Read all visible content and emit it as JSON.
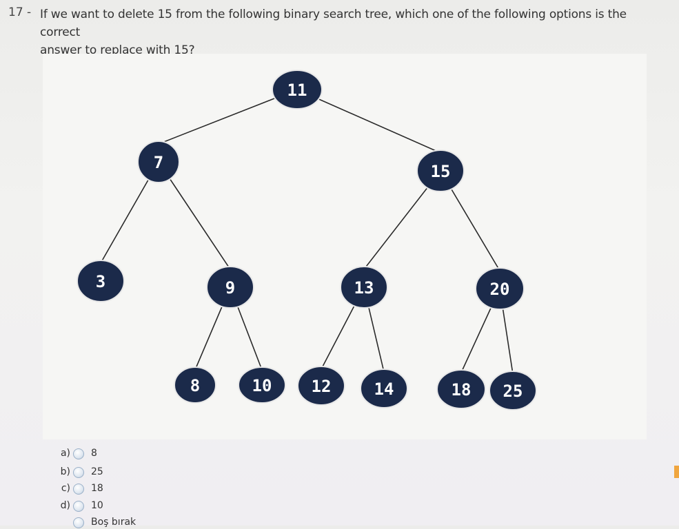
{
  "question": {
    "number": "17 -",
    "text_line1": "If we want to delete 15 from the following binary search tree, which one of the following options is the correct",
    "text_line2": "answer to replace with 15?"
  },
  "tree": {
    "node_color": "#1b2a4a",
    "edge_color": "#2a2a2a",
    "nodes": [
      {
        "id": "n11",
        "label": "11"
      },
      {
        "id": "n7",
        "label": "7"
      },
      {
        "id": "n15",
        "label": "15"
      },
      {
        "id": "n3",
        "label": "3"
      },
      {
        "id": "n9",
        "label": "9"
      },
      {
        "id": "n13",
        "label": "13"
      },
      {
        "id": "n20",
        "label": "20"
      },
      {
        "id": "n8",
        "label": "8"
      },
      {
        "id": "n10",
        "label": "10"
      },
      {
        "id": "n12",
        "label": "12"
      },
      {
        "id": "n14",
        "label": "14"
      },
      {
        "id": "n18",
        "label": "18"
      },
      {
        "id": "n25",
        "label": "25"
      }
    ],
    "edges": [
      [
        "n11",
        "n7"
      ],
      [
        "n11",
        "n15"
      ],
      [
        "n7",
        "n3"
      ],
      [
        "n7",
        "n9"
      ],
      [
        "n15",
        "n13"
      ],
      [
        "n15",
        "n20"
      ],
      [
        "n9",
        "n8"
      ],
      [
        "n9",
        "n10"
      ],
      [
        "n13",
        "n12"
      ],
      [
        "n13",
        "n14"
      ],
      [
        "n20",
        "n18"
      ],
      [
        "n20",
        "n25"
      ]
    ]
  },
  "options": [
    {
      "letter": "a)",
      "value": "8"
    },
    {
      "letter": "b)",
      "value": "25"
    },
    {
      "letter": "c)",
      "value": "18"
    },
    {
      "letter": "d)",
      "value": "10"
    },
    {
      "letter": "",
      "value": "Boş bırak"
    }
  ],
  "colors": {
    "accent_marker": "#f0a640",
    "radio_border": "#9ab0c8"
  }
}
